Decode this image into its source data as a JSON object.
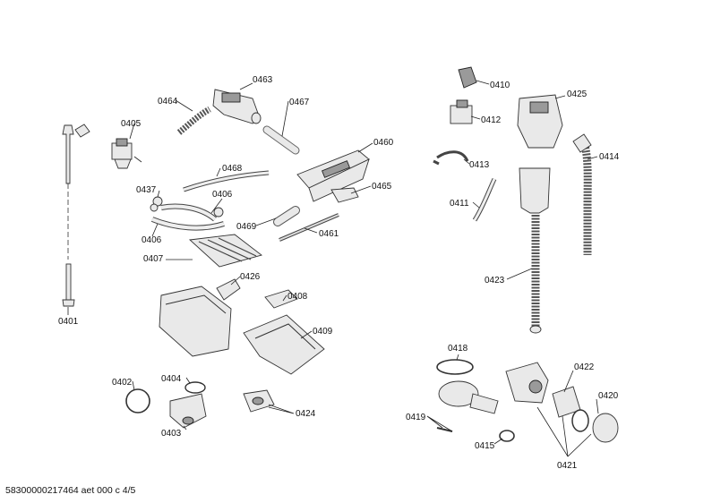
{
  "footer": "58300000217464 aet 000 c 4/5",
  "parts": {
    "p0463": "0463",
    "p0464": "0464",
    "p0467": "0467",
    "p0405": "0405",
    "p0460": "0460",
    "p0468": "0468",
    "p0465": "0465",
    "p0437": "0437",
    "p0406a": "0406",
    "p0406b": "0406",
    "p0469": "0469",
    "p0461": "0461",
    "p0407": "0407",
    "p0426": "0426",
    "p0408": "0408",
    "p0409": "0409",
    "p0401": "0401",
    "p0402": "0402",
    "p0404": "0404",
    "p0403": "0403",
    "p0424": "0424",
    "p0410": "0410",
    "p0425": "0425",
    "p0412": "0412",
    "p0413": "0413",
    "p0414": "0414",
    "p0411": "0411",
    "p0423": "0423",
    "p0418": "0418",
    "p0422": "0422",
    "p0420": "0420",
    "p0419": "0419",
    "p0415": "0415",
    "p0421": "0421"
  }
}
